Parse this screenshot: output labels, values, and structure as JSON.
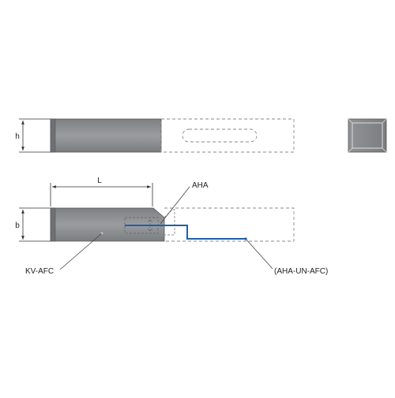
{
  "labels": {
    "h": "h",
    "b": "b",
    "L": "L",
    "aha": "AHA",
    "kv_afc": "KV-AFC",
    "aha_un_afc": "(AHA-UN-AFC)"
  },
  "colors": {
    "body_fill": "#8a8d90",
    "body_fill_light": "#a2a5a8",
    "outline": "#555555",
    "dashed": "#8a8a8a",
    "dimension": "#333333",
    "blue_line": "#1f5fa8",
    "leader": "#444444"
  }
}
